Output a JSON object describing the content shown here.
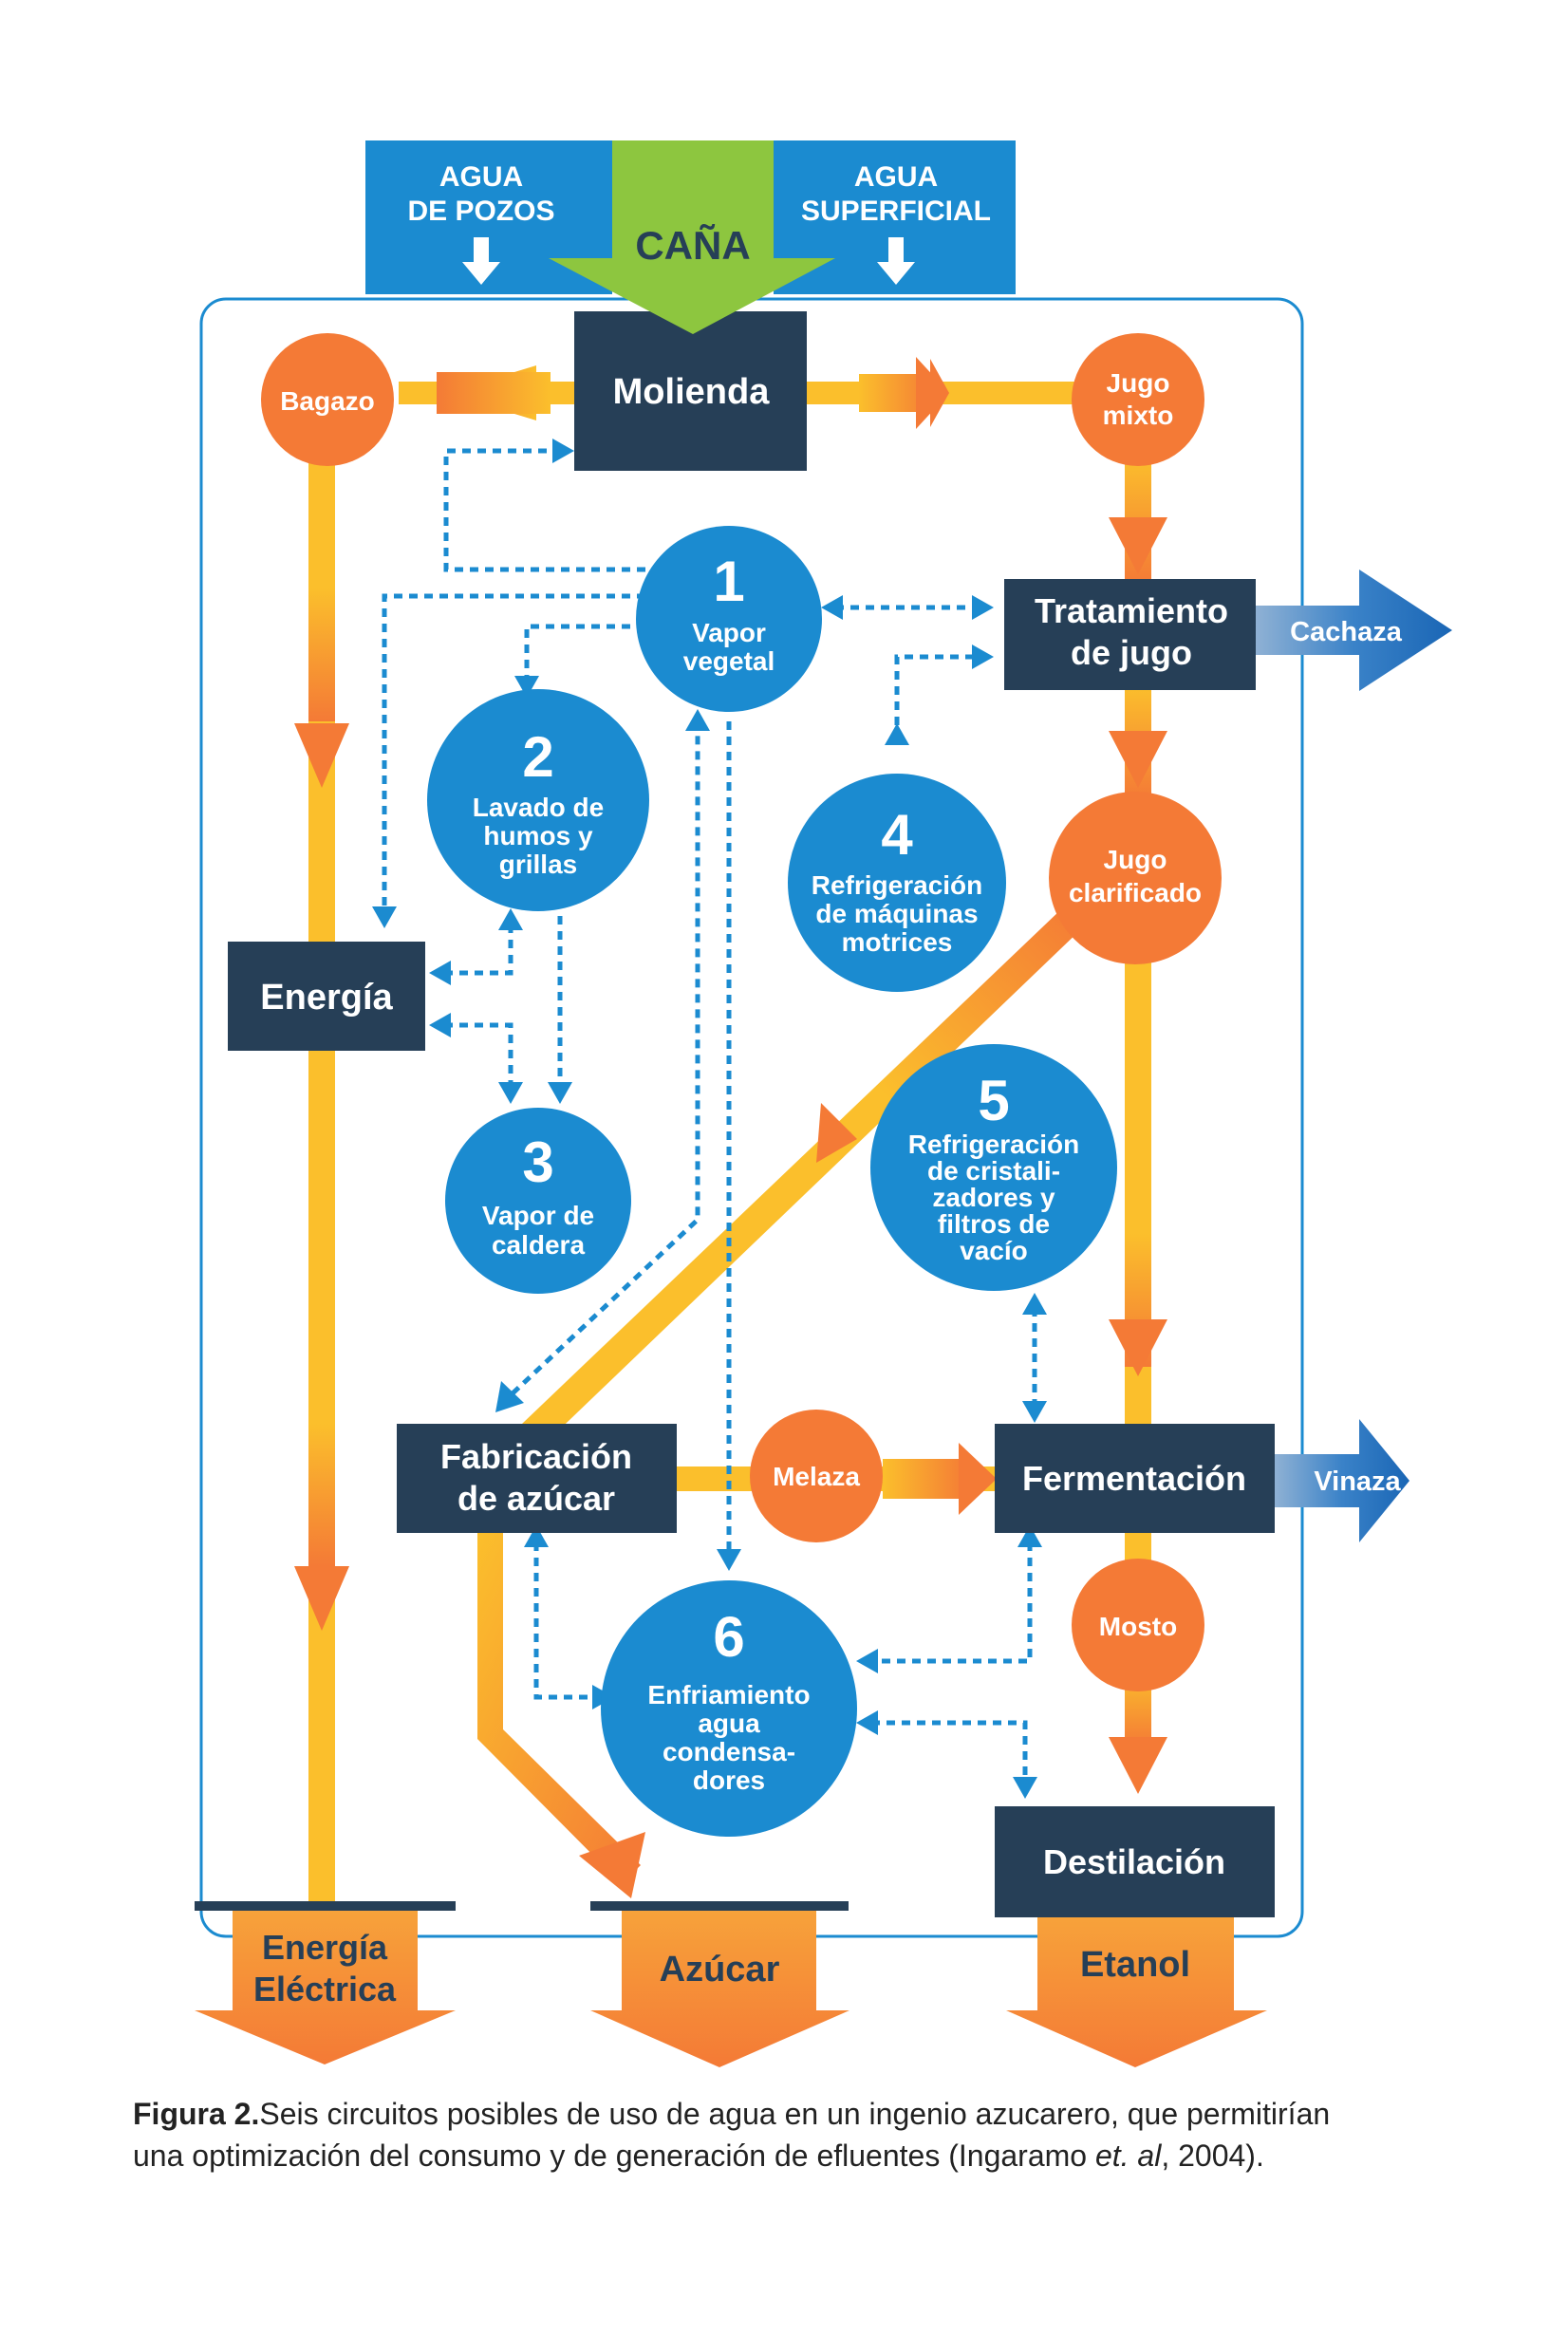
{
  "colors": {
    "navy": "#263f57",
    "blue": "#1b8bd0",
    "orange": "#f47a36",
    "yellow": "#fbbf2c",
    "green": "#8dc63f",
    "dark_blue": "#1a66b5"
  },
  "inputs": {
    "agua_pozos": [
      "AGUA",
      "DE POZOS"
    ],
    "cana": "CAÑA",
    "agua_superficial": [
      "AGUA",
      "SUPERFICIAL"
    ]
  },
  "nodes": {
    "molienda": "Molienda",
    "bagazo": "Bagazo",
    "jugo_mixto": [
      "Jugo",
      "mixto"
    ],
    "tratamiento": [
      "Tratamiento",
      "de jugo"
    ],
    "cachaza": "Cachaza",
    "jugo_clarificado": [
      "Jugo",
      "clarificado"
    ],
    "energia": "Energía",
    "fabricacion": [
      "Fabricación",
      "de azúcar"
    ],
    "melaza": "Melaza",
    "fermentacion": "Fermentación",
    "vinaza": "Vinaza",
    "mosto": "Mosto",
    "destilacion": "Destilación"
  },
  "circuits": [
    {
      "number": "1",
      "label": [
        "Vapor",
        "vegetal"
      ]
    },
    {
      "number": "2",
      "label": [
        "Lavado de",
        "humos y",
        "grillas"
      ]
    },
    {
      "number": "3",
      "label": [
        "Vapor de",
        "caldera"
      ]
    },
    {
      "number": "4",
      "label": [
        "Refrigeración",
        "de máquinas",
        "motrices"
      ]
    },
    {
      "number": "5",
      "label": [
        "Refrigeración",
        "de cristali-",
        "zadores y",
        "filtros de",
        "vacío"
      ]
    },
    {
      "number": "6",
      "label": [
        "Enfriamiento",
        "agua",
        "condensa-",
        "dores"
      ]
    }
  ],
  "outputs": {
    "energia_electrica": [
      "Energía",
      "Eléctrica"
    ],
    "azucar": "Azúcar",
    "etanol": "Etanol"
  },
  "caption": {
    "prefix": "Figura 2.",
    "text": "Seis circuitos posibles de uso de agua en un ingenio azucarero, que permitirían una optimización del consumo y de generación de efluentes (Ingaramo ",
    "italic": "et. al",
    "suffix": ", 2004)."
  }
}
